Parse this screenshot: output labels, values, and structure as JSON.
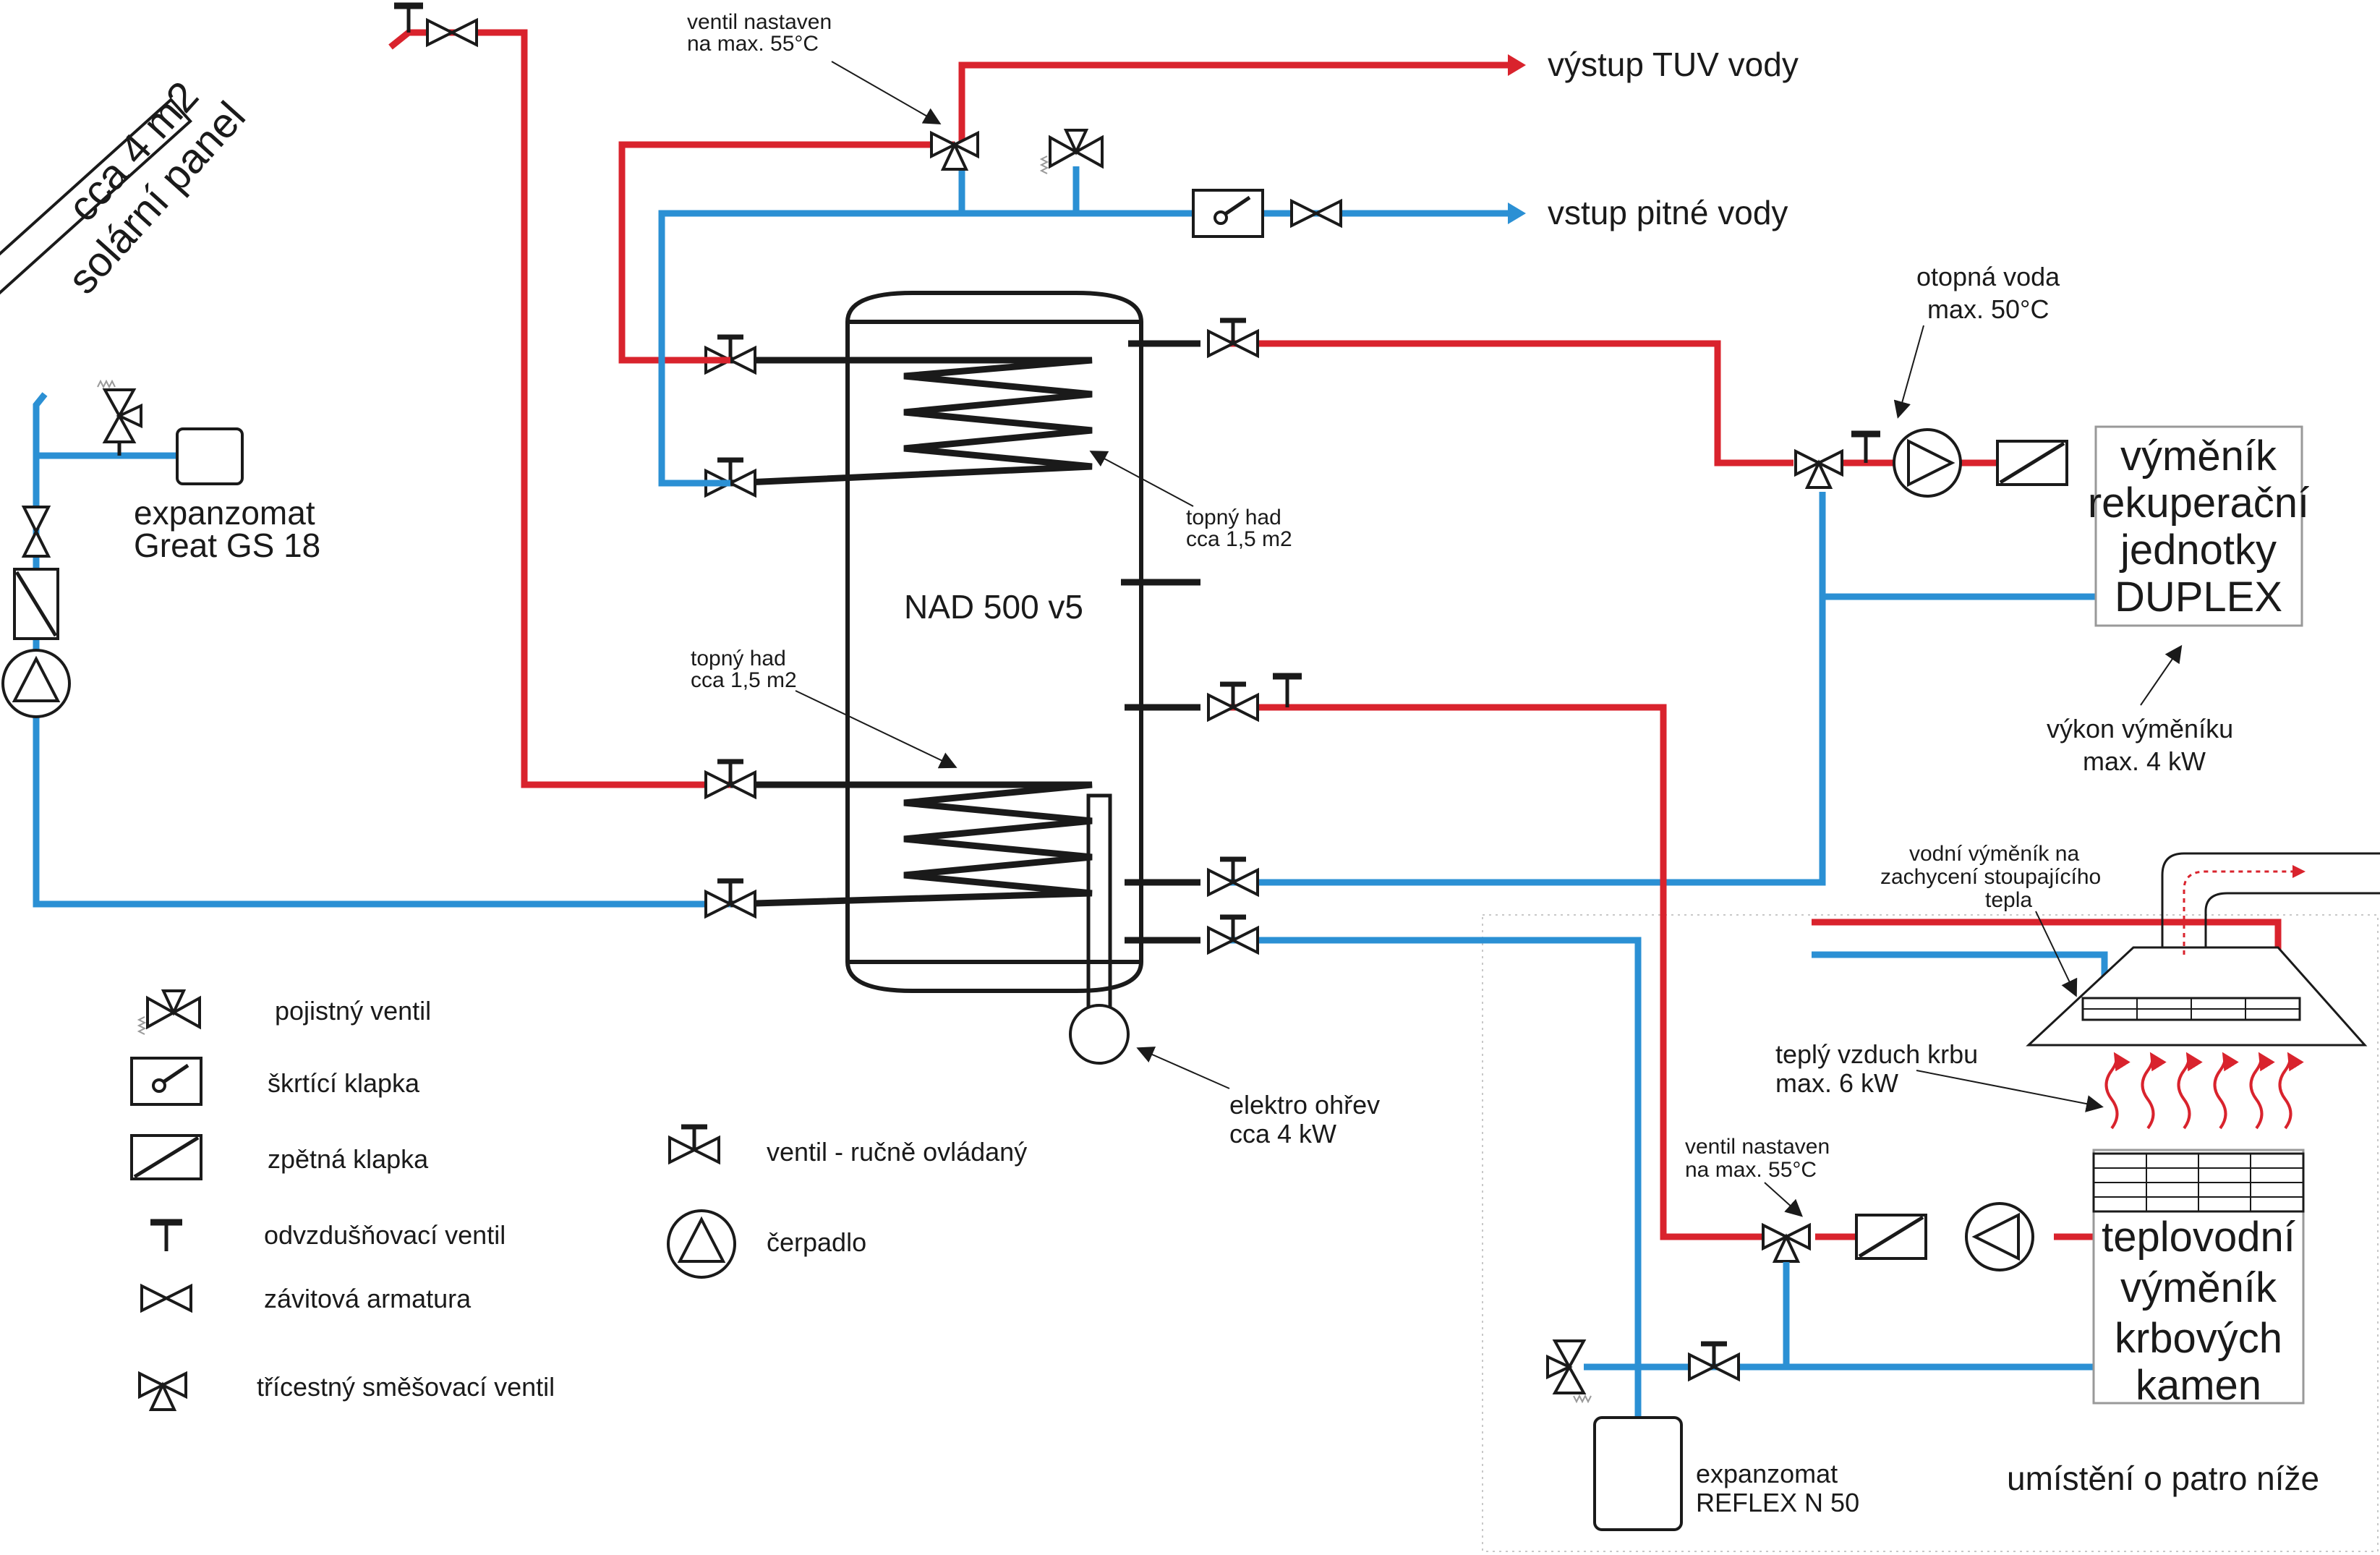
{
  "colors": {
    "hot": "#d9232d",
    "cold": "#2b90d4",
    "line": "#1a1a1a"
  },
  "solar": {
    "line1": "cca 4 m2",
    "line2": "solární panel"
  },
  "expanzomat_top": {
    "line1": "expanzomat",
    "line2": "Great GS 18"
  },
  "mixing_valve_top": {
    "line1": "ventil nastaven",
    "line2": "na max. 55°C"
  },
  "outputs": {
    "tuv": "výstup TUV vody",
    "drinking": "vstup pitné vody"
  },
  "tank": {
    "name": "NAD 500 v5",
    "coil_upper_line1": "topný had",
    "coil_upper_line2": "cca 1,5 m2",
    "coil_lower_line1": "topný had",
    "coil_lower_line2": "cca 1,5 m2",
    "heater_line1": "elektro ohřev",
    "heater_line2": "cca 4 kW"
  },
  "heating_water": {
    "line1": "otopná voda",
    "line2": "max. 50°C"
  },
  "duplex": {
    "line1": "výměník",
    "line2": "rekuperační",
    "line3": "jednotky",
    "line4": "DUPLEX",
    "power_line1": "výkon výměníku",
    "power_line2": "max. 4 kW"
  },
  "water_exchanger": {
    "line1": "vodní výměník na",
    "line2": "zachycení stoupajícího",
    "line3": "tepla"
  },
  "fireplace": {
    "warm_air_line1": "teplý vzduch krbu",
    "warm_air_line2": "max. 6 kW",
    "valve_line1": "ventil nastaven",
    "valve_line2": "na max. 55°C",
    "exch_line1": "teplovodní",
    "exch_line2": "výměník",
    "exch_line3": "krbových",
    "exch_line4": "kamen"
  },
  "expanzomat_bottom": {
    "line1": "expanzomat",
    "line2": "REFLEX N 50"
  },
  "floor_note": "umístění o patro níže",
  "legend": {
    "safety_valve": "pojistný ventil",
    "throttle_flap": "škrtící klapka",
    "check_flap": "zpětná  klapka",
    "air_vent": "odvzdušňovací ventil",
    "threaded_fitting": "závitová armatura",
    "mixing_valve": "třícestný směšovací ventil",
    "manual_valve": "ventil - ručně ovládaný",
    "pump": "čerpadlo"
  }
}
